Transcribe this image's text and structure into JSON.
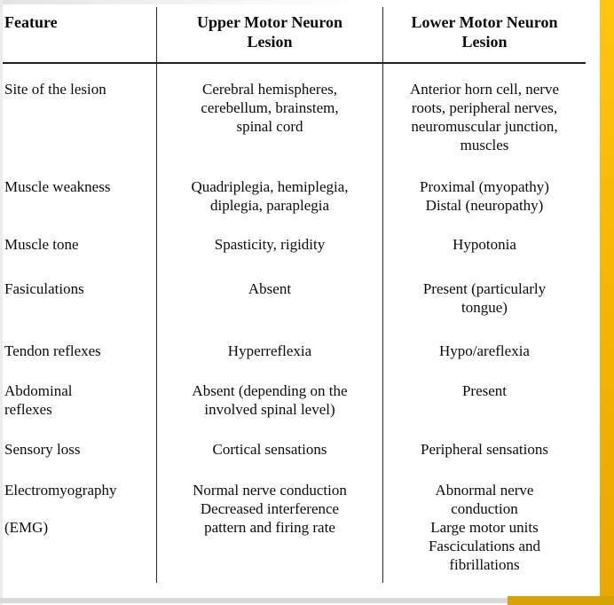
{
  "table": {
    "headers": [
      "Feature",
      "Upper Motor Neuron\nLesion",
      "Lower Motor Neuron\nLesion"
    ],
    "rows": [
      {
        "feature": "Site of the lesion",
        "umn": "Cerebral hemispheres,\ncerebellum, brainstem,\nspinal cord",
        "lmn": "Anterior horn cell, nerve\nroots, peripheral nerves,\nneuromuscular junction,\nmuscles"
      },
      {
        "feature": "Muscle weakness",
        "umn": "Quadriplegia, hemiplegia,\ndiplegia, paraplegia",
        "lmn": "Proximal (myopathy)\nDistal (neuropathy)"
      },
      {
        "feature": "Muscle tone",
        "umn": "Spasticity, rigidity",
        "lmn": "Hypotonia"
      },
      {
        "feature": "Fasiculations",
        "umn": "Absent",
        "lmn": "Present (particularly\ntongue)"
      },
      {
        "feature": "Tendon reflexes",
        "umn": "Hyperreflexia",
        "lmn": "Hypo/areflexia"
      },
      {
        "feature": "Abdominal\nreflexes",
        "umn": "Absent (depending on the\ninvolved spinal level)",
        "lmn": "Present"
      },
      {
        "feature": "Sensory loss",
        "umn": "Cortical sensations",
        "lmn": "Peripheral sensations"
      },
      {
        "feature": "Electromyography\n\n(EMG)",
        "umn": "Normal nerve conduction\nDecreased interference\npattern and firing rate",
        "lmn": "Abnormal nerve\nconduction\nLarge motor units\nFasciculations and\nfibrillations"
      }
    ]
  },
  "colors": {
    "accent_bar_top": "#FFC60E",
    "accent_bar_bottom": "#E9A800",
    "accent_foot": "#D7A304",
    "bottom_strip": "#D9D9D9",
    "rule": "#262626",
    "text": "#0B0B0B",
    "page_background": "#FFFFFF"
  }
}
